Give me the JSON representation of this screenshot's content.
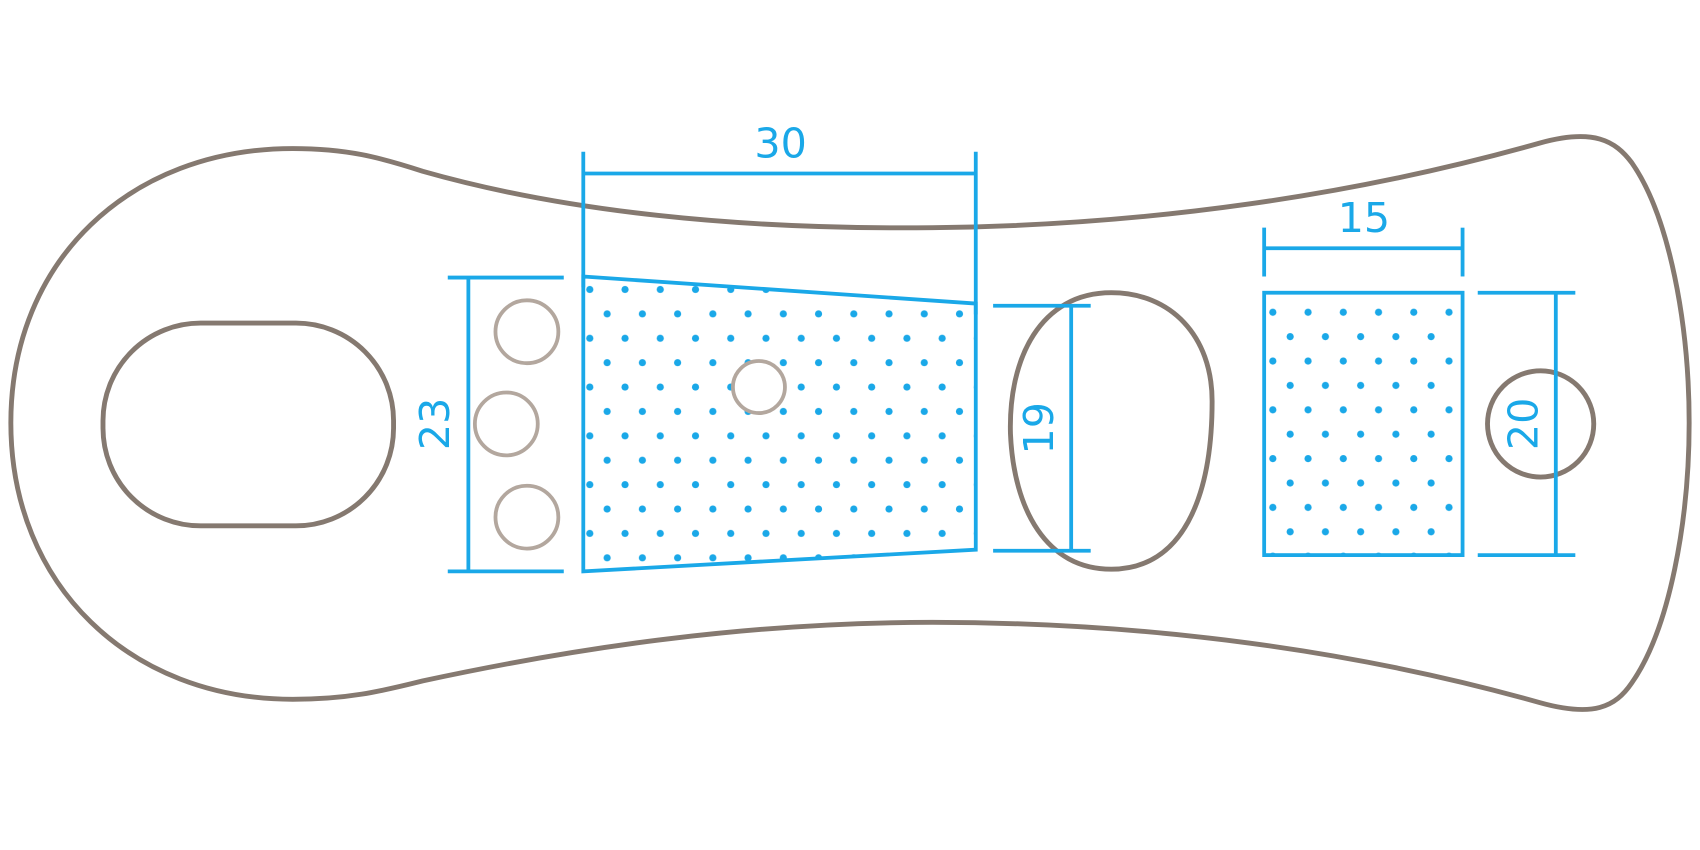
{
  "diagram": {
    "dimensions": {
      "top_width": "30",
      "left_height": "23",
      "oval_height": "19",
      "right_width": "15",
      "right_height": "20"
    },
    "colors": {
      "outline": "#857970",
      "dimension": "#1aa8e8"
    }
  }
}
